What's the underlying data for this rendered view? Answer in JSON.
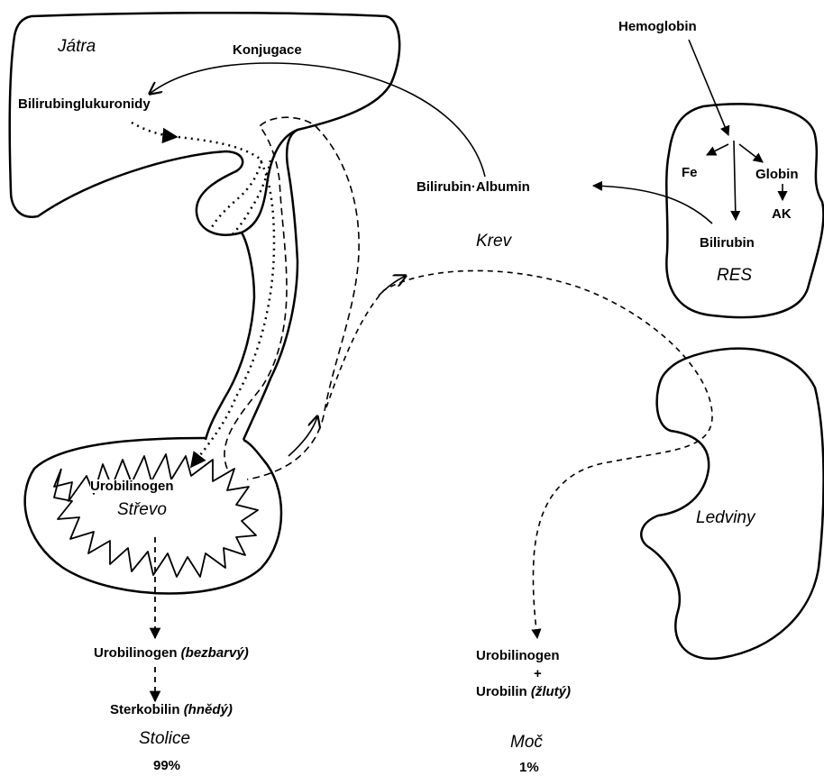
{
  "organs": {
    "liver": "Játra",
    "blood": "Krev",
    "res": "RES",
    "intestine": "Střevo",
    "kidney": "Ledviny"
  },
  "labels": {
    "conjugation": "Konjugace",
    "bilirubin_glucuronides": "Bilirubinglukuronidy",
    "hemoglobin": "Hemoglobin",
    "fe": "Fe",
    "globin": "Globin",
    "ak": "AK",
    "bilirubin": "Bilirubin",
    "bilirubin_albumin": "Bilirubin·Albumin",
    "urobilinogen_intestine": "Urobilinogen"
  },
  "stool": {
    "urobilinogen": "Urobilinogen",
    "urobilinogen_note": "(bezbarvý)",
    "sterkobilin": "Sterkobilin",
    "sterkobilin_note": "(hnědý)",
    "title": "Stolice",
    "percent": "99%"
  },
  "urine": {
    "urobilinogen": "Urobilinogen",
    "plus": "+",
    "urobilin": "Urobilin",
    "urobilin_note": "(žlutý)",
    "title": "Moč",
    "percent": "1%"
  },
  "colors": {
    "ink": "#000000",
    "background": "#ffffff"
  }
}
